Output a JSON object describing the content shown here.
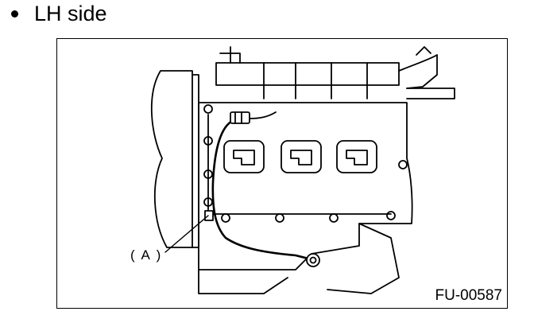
{
  "heading": {
    "bullet": "•",
    "text": "LH side"
  },
  "figure": {
    "callout_label": "( A )",
    "figure_id": "FU-00587"
  }
}
